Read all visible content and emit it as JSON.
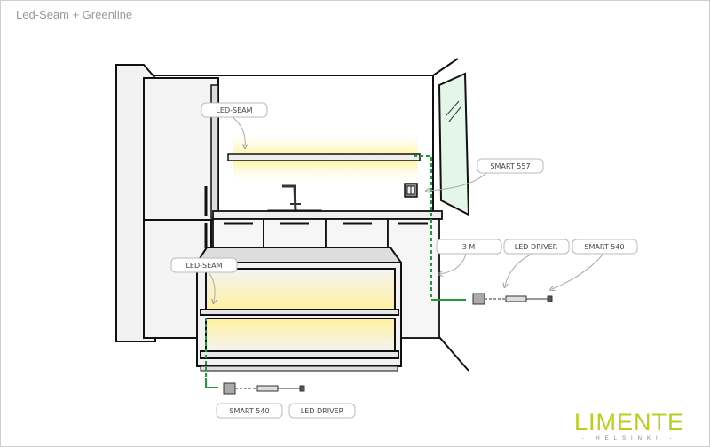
{
  "title": "Led-Seam + Greenline",
  "labels": {
    "led_seam_upper": "LED-SEAM",
    "smart_557": "SMART 557",
    "length_3m": "3 M",
    "led_driver_right": "LED DRIVER",
    "smart_540_right": "SMART 540",
    "led_seam_island": "LED-SEAM",
    "smart_540_bottom": "SMART 540",
    "led_driver_bottom": "LED DRIVER"
  },
  "logo": {
    "name": "LIMENTE",
    "sub": "- HELSINKI -"
  },
  "colors": {
    "cable": "#1f9a3a",
    "glow": "#fff3a0",
    "logo": "#b8cf1c",
    "window": "#e3f6e8"
  }
}
